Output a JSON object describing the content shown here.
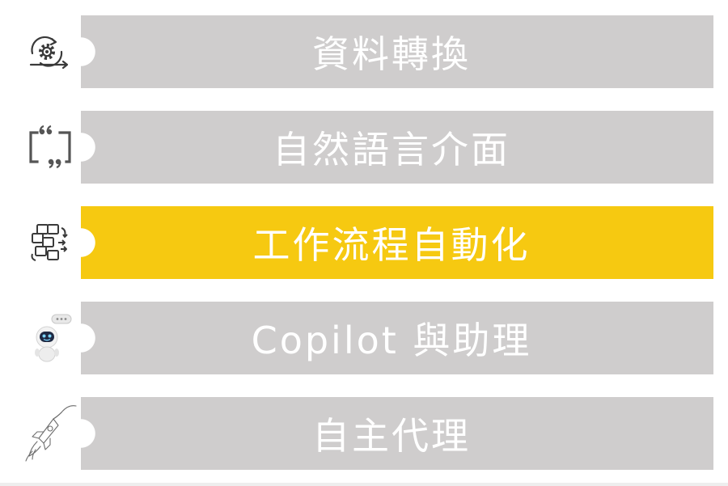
{
  "colors": {
    "bar_default": "#cfcdcd",
    "bar_active": "#f6c911",
    "label_text": "#ffffff",
    "icon_stroke": "#3a3a3a"
  },
  "items": [
    {
      "label": "資料轉換",
      "icon": "gear-cycle-icon",
      "active": false
    },
    {
      "label": "自然語言介面",
      "icon": "quote-bracket-icon",
      "active": false
    },
    {
      "label": "工作流程自動化",
      "icon": "workflow-blocks-icon",
      "active": true
    },
    {
      "label": "Copilot 與助理",
      "icon": "robot-assistant-icon",
      "active": false
    },
    {
      "label": "自主代理",
      "icon": "rocket-sketch-icon",
      "active": false
    }
  ]
}
